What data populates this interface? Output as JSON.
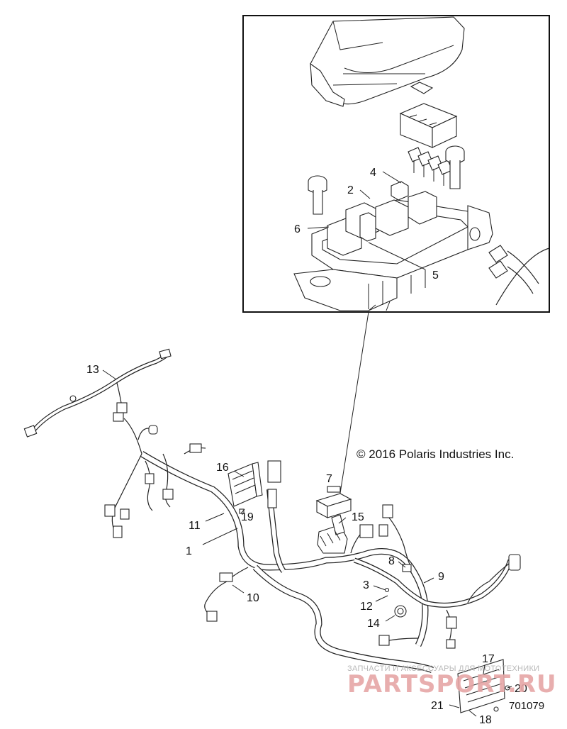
{
  "diagram": {
    "copyright": "© 2016 Polaris Industries Inc.",
    "part_number": "701079",
    "watermark_line1": "ЗАПЧАСТИ И АКСЕССУАРЫ ДЛЯ МОТОТЕХНИКИ",
    "watermark_line2": "PARTSPORT.RU",
    "callouts": [
      {
        "id": "c1",
        "label": "1"
      },
      {
        "id": "c2",
        "label": "2"
      },
      {
        "id": "c3",
        "label": "3"
      },
      {
        "id": "c4",
        "label": "4"
      },
      {
        "id": "c5",
        "label": "5"
      },
      {
        "id": "c6",
        "label": "6"
      },
      {
        "id": "c7",
        "label": "7"
      },
      {
        "id": "c8",
        "label": "8"
      },
      {
        "id": "c9",
        "label": "9"
      },
      {
        "id": "c10",
        "label": "10"
      },
      {
        "id": "c11",
        "label": "11"
      },
      {
        "id": "c12",
        "label": "12"
      },
      {
        "id": "c13",
        "label": "13"
      },
      {
        "id": "c14",
        "label": "14"
      },
      {
        "id": "c15",
        "label": "15"
      },
      {
        "id": "c16",
        "label": "16"
      },
      {
        "id": "c17",
        "label": "17"
      },
      {
        "id": "c18",
        "label": "18"
      },
      {
        "id": "c19",
        "label": "19"
      },
      {
        "id": "c20",
        "label": "20"
      },
      {
        "id": "c21",
        "label": "21"
      }
    ]
  }
}
